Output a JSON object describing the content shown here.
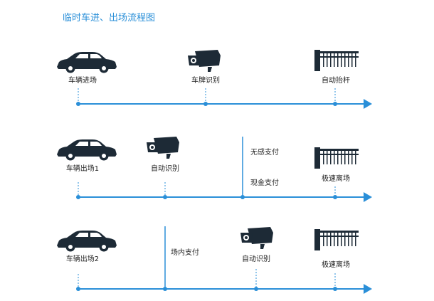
{
  "title": "临时车进、出场流程图",
  "colors": {
    "accent": "#2a8fd8",
    "icon": "#1d2a36"
  },
  "flows": [
    {
      "name": "entry",
      "steps": [
        {
          "icon": "car-icon",
          "label": "车辆进场"
        },
        {
          "icon": "camera-icon",
          "label": "车牌识别"
        },
        {
          "icon": "barrier-gate-icon",
          "label": "自动抬杆"
        }
      ]
    },
    {
      "name": "exit-1",
      "steps": [
        {
          "icon": "car-icon",
          "label": "车辆出场1"
        },
        {
          "icon": "camera-icon",
          "label": "自动识别"
        },
        {
          "icon": "none",
          "label": "无感支付"
        },
        {
          "icon": "none",
          "label": "现金支付"
        },
        {
          "icon": "barrier-gate-icon",
          "label": "极速离场"
        }
      ]
    },
    {
      "name": "exit-2",
      "steps": [
        {
          "icon": "car-icon",
          "label": "车辆出场2"
        },
        {
          "icon": "none",
          "label": "场内支付"
        },
        {
          "icon": "camera-icon",
          "label": "自动识别"
        },
        {
          "icon": "barrier-gate-icon",
          "label": "极速离场"
        }
      ]
    }
  ]
}
